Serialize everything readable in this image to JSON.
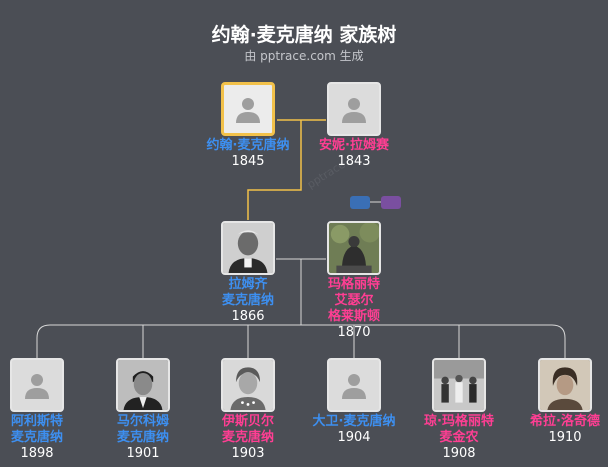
{
  "header": {
    "title": "约翰·麦克唐纳 家族树",
    "subtitle": "由 pptrace.com 生成"
  },
  "watermark": "pptrace",
  "colors": {
    "background": "#4b4e55",
    "male": "#3d8ff0",
    "female": "#ff3e93",
    "highlight_line": "#f2c14a",
    "line": "#d8d8d8"
  },
  "people": [
    {
      "id": "john",
      "name": [
        "约翰·麦克唐纳"
      ],
      "year": "1845",
      "gender": "m",
      "photo": "silhouette-icon",
      "highlighted": true
    },
    {
      "id": "annie",
      "name": [
        "安妮·拉姆赛"
      ],
      "year": "1843",
      "gender": "f",
      "photo": "silhouette-icon"
    },
    {
      "id": "ramsay",
      "name": [
        "拉姆齐",
        "麦克唐纳"
      ],
      "year": "1866",
      "gender": "m",
      "photo": "portrait-photo"
    },
    {
      "id": "margaret",
      "name": [
        "玛格丽特",
        "艾瑟尔",
        "格莱斯顿"
      ],
      "year": "1870",
      "gender": "f",
      "photo": "statue-photo"
    },
    {
      "id": "alister",
      "name": [
        "阿利斯特",
        "麦克唐纳"
      ],
      "year": "1898",
      "gender": "m",
      "photo": "silhouette-icon"
    },
    {
      "id": "malcolm",
      "name": [
        "马尔科姆",
        "麦克唐纳"
      ],
      "year": "1901",
      "gender": "m",
      "photo": "portrait-photo"
    },
    {
      "id": "ishbel",
      "name": [
        "伊斯贝尔",
        "麦克唐纳"
      ],
      "year": "1903",
      "gender": "f",
      "photo": "portrait-photo"
    },
    {
      "id": "david",
      "name": [
        "大卫·麦克唐纳"
      ],
      "year": "1904",
      "gender": "m",
      "photo": "silhouette-icon"
    },
    {
      "id": "joan",
      "name": [
        "琼·玛格丽特",
        "麦金农"
      ],
      "year": "1908",
      "gender": "f",
      "photo": "group-photo"
    },
    {
      "id": "sheila",
      "name": [
        "希拉·洛奇德"
      ],
      "year": "1910",
      "gender": "f",
      "photo": "portrait-photo"
    }
  ]
}
